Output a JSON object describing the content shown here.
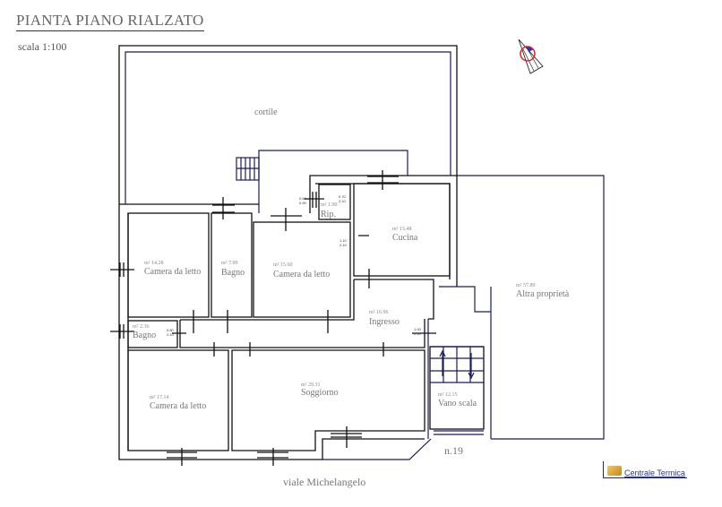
{
  "header": {
    "title": "PIANTA PIANO RIALZATO",
    "scale": "scala 1:100"
  },
  "rooms": {
    "cortile": {
      "name": "cortile"
    },
    "camera1": {
      "name": "Camera da letto",
      "area": "m² 14.28"
    },
    "bagno1": {
      "name": "Bagno",
      "area": "m² 7.09"
    },
    "camera2": {
      "name": "Camera da letto",
      "area": "m² 15.60"
    },
    "rip": {
      "name": "Rip.",
      "area": "m² 1.90"
    },
    "cucina": {
      "name": "Cucina",
      "area": "m² 15.48"
    },
    "ingresso": {
      "name": "Ingresso",
      "area": "m² 16.96"
    },
    "bagno2": {
      "name": "Bagno",
      "area": "m² 2.36"
    },
    "camera3": {
      "name": "Camera da letto",
      "area": "m² 17.14"
    },
    "soggiorno": {
      "name": "Soggiorno",
      "area": "m² 29.31"
    },
    "vano_scala": {
      "name": "Vano scala",
      "area": "m² 12.15"
    },
    "altra": {
      "name": "Altra proprietà",
      "area": "m² 57.89"
    }
  },
  "door_dims": {
    "bagno2": [
      "0.80",
      "2.10"
    ],
    "ingresso": [
      "1.00",
      "2.10"
    ],
    "rip": [
      "0.70",
      "2.10"
    ],
    "cucina": [
      "1.10",
      "2.10"
    ],
    "rip_left": [
      "0.60",
      "0.90"
    ]
  },
  "street": "viale Michelangelo",
  "civic_number": "n.19",
  "links": {
    "centrale_termica": "Centrale Termica"
  },
  "colors": {
    "wall": "#111111",
    "boundary": "#1a1a5e",
    "text": "#777777",
    "compass": "#e02020"
  }
}
